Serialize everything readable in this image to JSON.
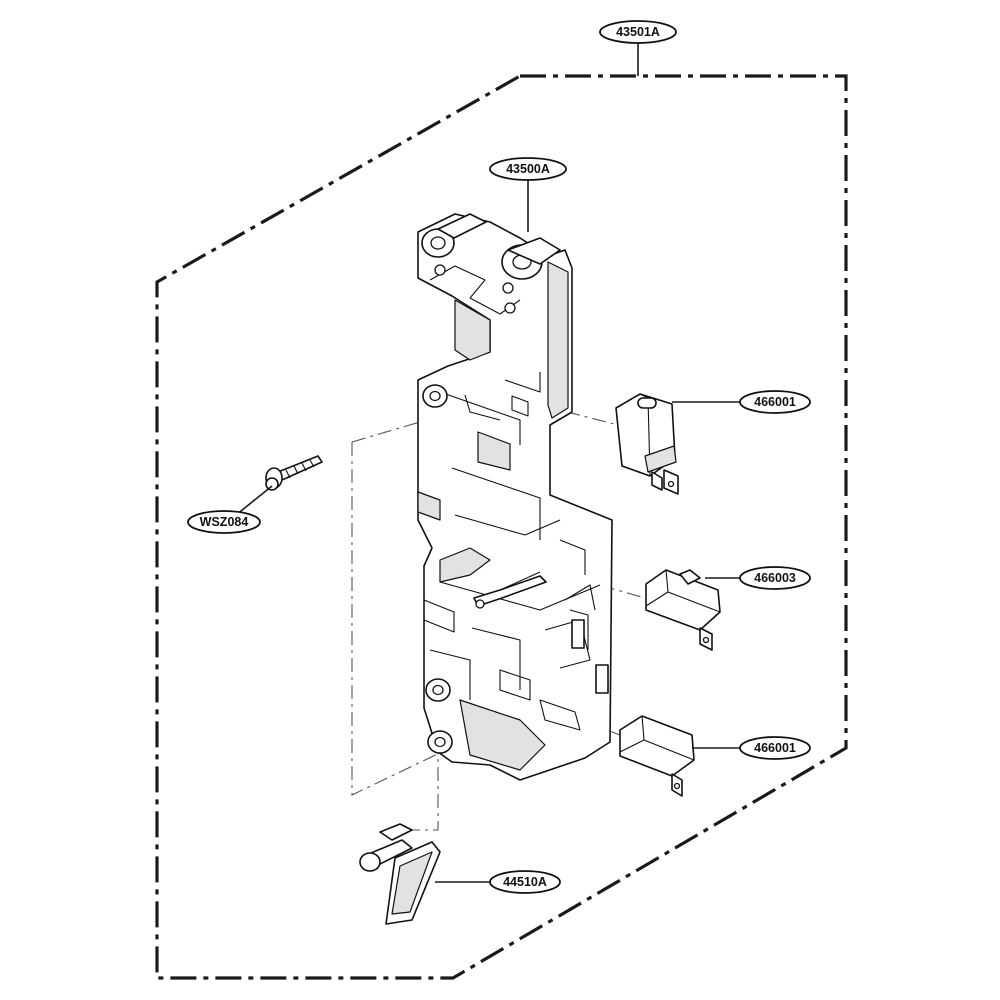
{
  "callouts": [
    {
      "id": "assembly",
      "label": "43501A"
    },
    {
      "id": "frame-body",
      "label": "43500A"
    },
    {
      "id": "switch-top",
      "label": "466001"
    },
    {
      "id": "screw",
      "label": "WSZ084"
    },
    {
      "id": "switch-middle",
      "label": "466003"
    },
    {
      "id": "switch-bottom",
      "label": "466001"
    },
    {
      "id": "lever",
      "label": "44510A"
    }
  ]
}
